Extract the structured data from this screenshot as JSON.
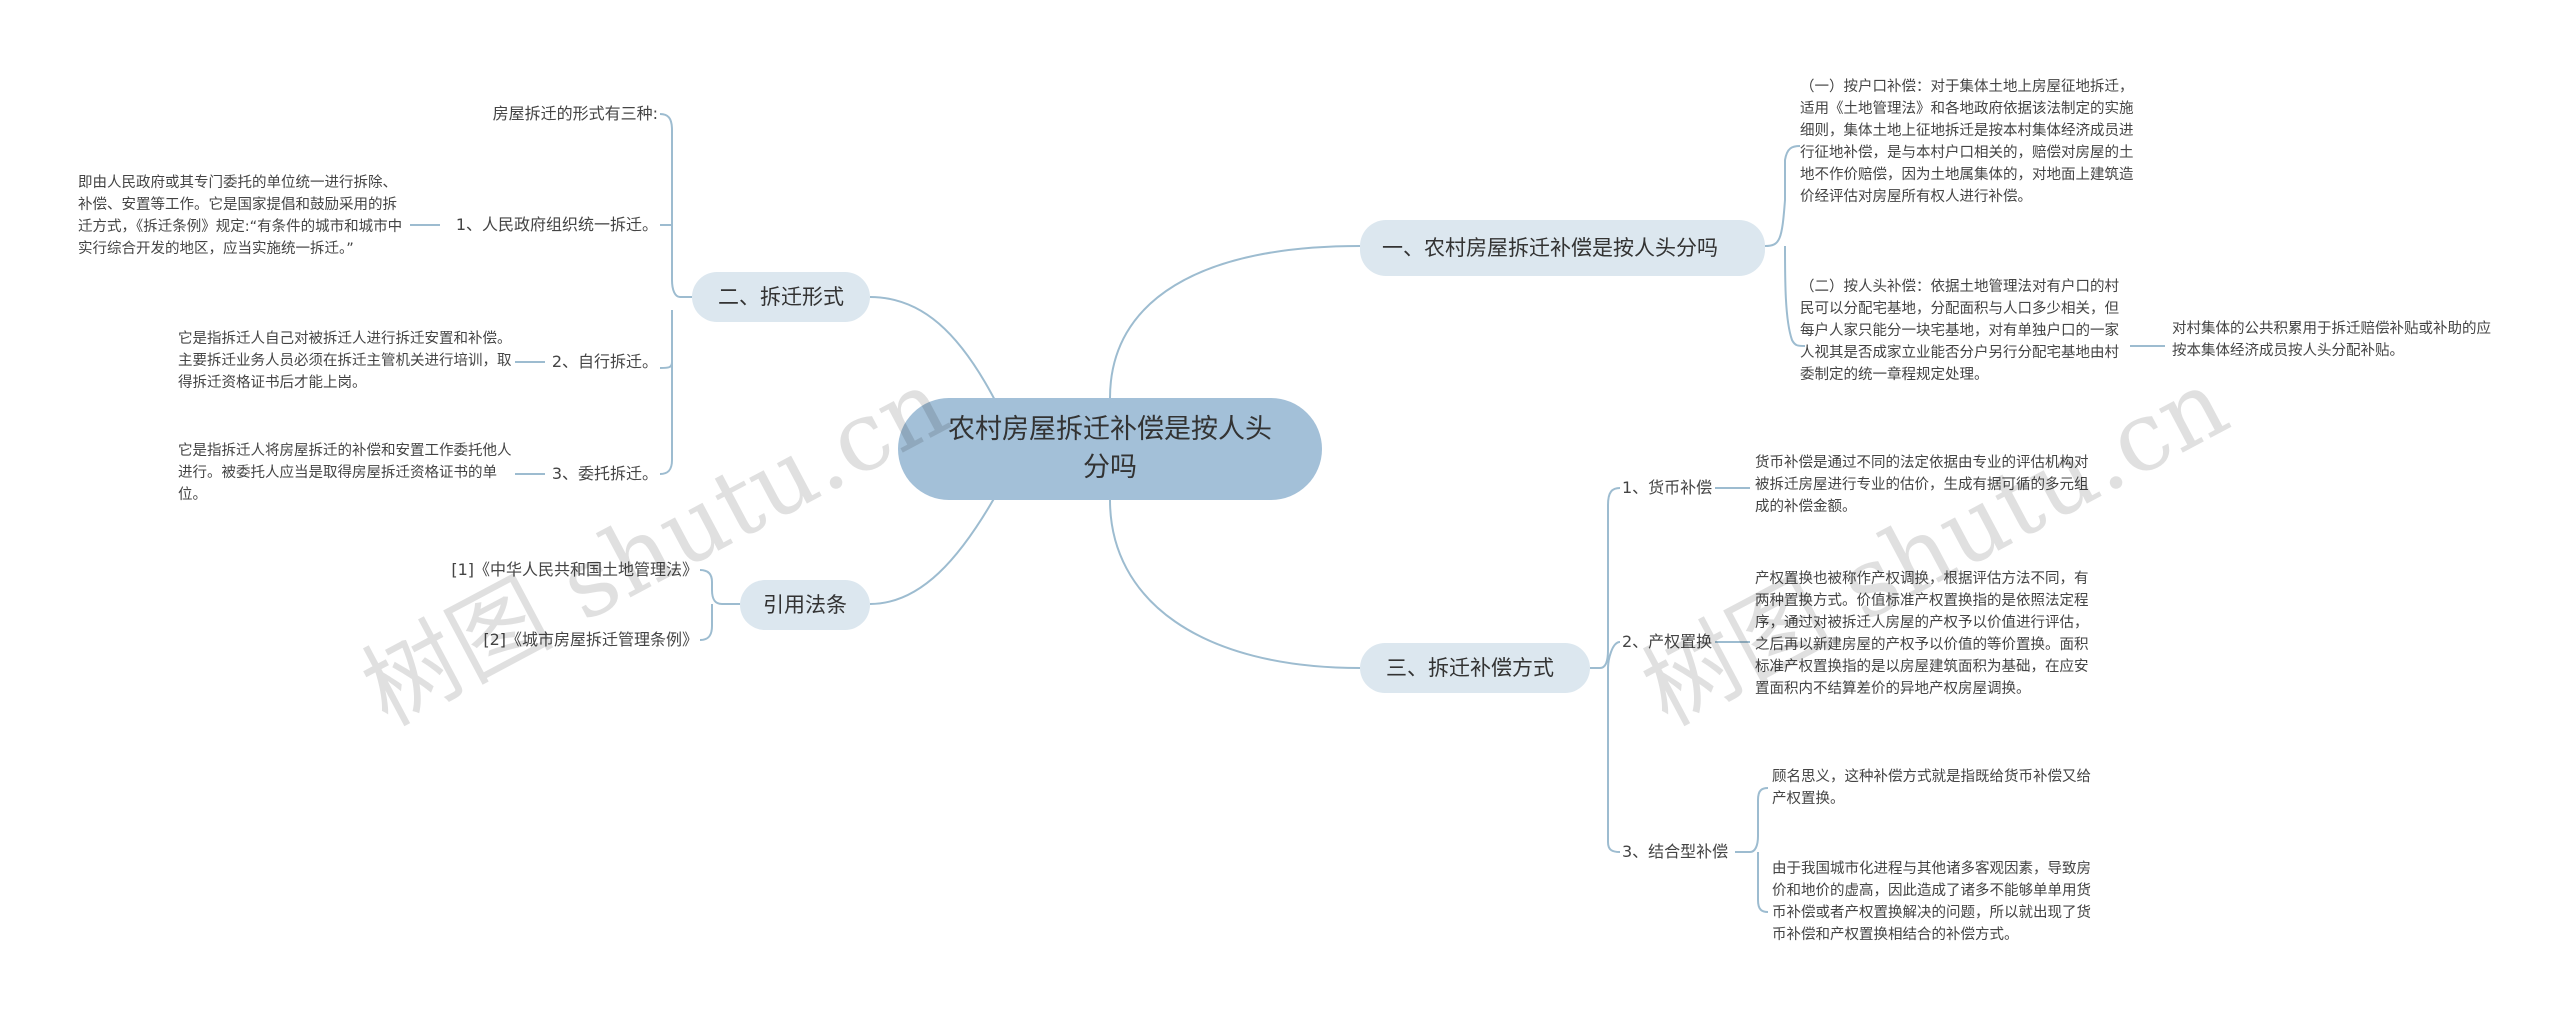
{
  "root": {
    "title": "农村房屋拆迁补偿是按人头分吗"
  },
  "branches": {
    "b1": {
      "label": "一、农村房屋拆迁补偿是按人头分吗",
      "c1": "（一）按户口补偿：对于集体土地上房屋征地拆迁，适用《土地管理法》和各地政府依据该法制定的实施细则，集体土地上征地拆迁是按本村集体经济成员进行征地补偿，是与本村户口相关的，赔偿对房屋的土地不作价赔偿，因为土地属集体的，对地面上建筑造价经评估对房屋所有权人进行补偿。",
      "c2": "（二）按人头补偿：依据土地管理法对有户口的村民可以分配宅基地，分配面积与人口多少相关，但每户人家只能分一块宅基地，对有单独户口的一家人视其是否成家立业能否分户另行分配宅基地由村委制定的统一章程规定处理。",
      "c2a": "对村集体的公共积累用于拆迁赔偿补贴或补助的应按本集体经济成员按人头分配补贴。"
    },
    "b2": {
      "label": "二、拆迁形式",
      "intro": "房屋拆迁的形式有三种:",
      "s1": "1、人民政府组织统一拆迁。",
      "s1d": "即由人民政府或其专门委托的单位统一进行拆除、补偿、安置等工作。它是国家提倡和鼓励采用的拆迁方式，《拆迁条例》规定:“有条件的城市和城市中实行综合开发的地区，应当实施统一拆迁。”",
      "s2": "2、自行拆迁。",
      "s2d": "它是指拆迁人自己对被拆迁人进行拆迁安置和补偿。主要拆迁业务人员必须在拆迁主管机关进行培训，取得拆迁资格证书后才能上岗。",
      "s3": "3、委托拆迁。",
      "s3d": "它是指拆迁人将房屋拆迁的补偿和安置工作委托他人进行。被委托人应当是取得房屋拆迁资格证书的单位。"
    },
    "b3": {
      "label": "三、拆迁补偿方式",
      "s1": "1、货币补偿",
      "s1d": "货币补偿是通过不同的法定依据由专业的评估机构对被拆迁房屋进行专业的估价，生成有据可循的多元组成的补偿金额。",
      "s2": "2、产权置换",
      "s2d": "产权置换也被称作产权调换，根据评估方法不同，有两种置换方式。价值标准产权置换指的是依照法定程序，通过对被拆迁人房屋的产权予以价值进行评估，之后再以新建房屋的产权予以价值的等价置换。面积标准产权置换指的是以房屋建筑面积为基础，在应安置面积内不结算差价的异地产权房屋调换。",
      "s3": "3、结合型补偿",
      "s3a": "顾名思义，这种补偿方式就是指既给货币补偿又给产权置换。",
      "s3b": "由于我国城市化进程与其他诸多客观因素，导致房价和地价的虚高，因此造成了诸多不能够单单用货币补偿或者产权置换解决的问题，所以就出现了货币补偿和产权置换相结合的补偿方式。"
    },
    "b4": {
      "label": "引用法条",
      "r1": "[1]《中华人民共和国土地管理法》",
      "r2": "[2]《城市房屋拆迁管理条例》"
    }
  },
  "watermark": "树图 shutu.cn",
  "colors": {
    "root": "#a3c0d8",
    "main": "#dce7ef",
    "line": "#9dbcd0"
  }
}
